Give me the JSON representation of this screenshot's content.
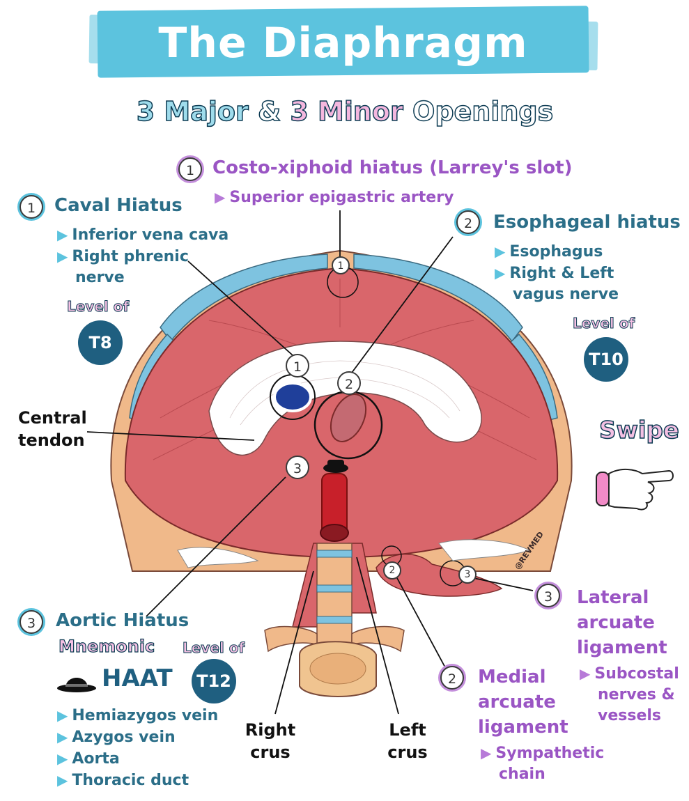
{
  "title": "The Diaphragm",
  "subtitle": {
    "part1": "3 Major",
    "part2": " & ",
    "part3": "3 Minor",
    "part4": " Openings"
  },
  "costo": {
    "num": "1",
    "heading": "Costo-xiphoid hiatus (Larrey's slot)",
    "item": "Superior epigastric artery"
  },
  "caval": {
    "num": "1",
    "heading": "Caval Hiatus",
    "items": [
      "Inferior vena cava",
      "Right phrenic",
      "nerve"
    ],
    "level_label": "Level of",
    "level": "T8"
  },
  "esophageal": {
    "num": "2",
    "heading": "Esophageal hiatus",
    "items": [
      "Esophagus",
      "Right & Left",
      "vagus nerve"
    ],
    "level_label": "Level of",
    "level": "T10"
  },
  "central_tendon": {
    "line1": "Central",
    "line2": "tendon"
  },
  "swipe": "Swipe",
  "aortic": {
    "num": "3",
    "heading": "Aortic Hiatus",
    "mnemonic_label": "Mnemonic",
    "mnemonic": "HAAT",
    "level_label": "Level of",
    "level": "T12",
    "items": [
      "Hemiazygos vein",
      "Azygos vein",
      "Aorta",
      "Thoracic duct"
    ]
  },
  "crus": {
    "right1": "Right",
    "right2": "crus",
    "left1": "Left",
    "left2": "crus"
  },
  "medial": {
    "num": "2",
    "line1": "Medial",
    "line2": "arcuate",
    "line3": "ligament",
    "item1": "Sympathetic",
    "item2": "chain"
  },
  "lateral": {
    "num": "3",
    "line1": "Lateral",
    "line2": "arcuate",
    "line3": "ligament",
    "item1": "Subcostal",
    "item2": "nerves &",
    "item3": "vessels"
  },
  "diagram_markers": {
    "m1": "1",
    "m2": "2",
    "m3": "3",
    "m_top": "1",
    "m_med": "2",
    "m_lat": "3"
  },
  "watermark": "@REVMED",
  "colors": {
    "banner": "#5cc3de",
    "teal": "#2b6e88",
    "purple": "#9a55c4",
    "muscle": "#d9666b",
    "tendon": "#ffffff",
    "rib": "#f0b98a",
    "cartilage": "#7ec3e0"
  }
}
